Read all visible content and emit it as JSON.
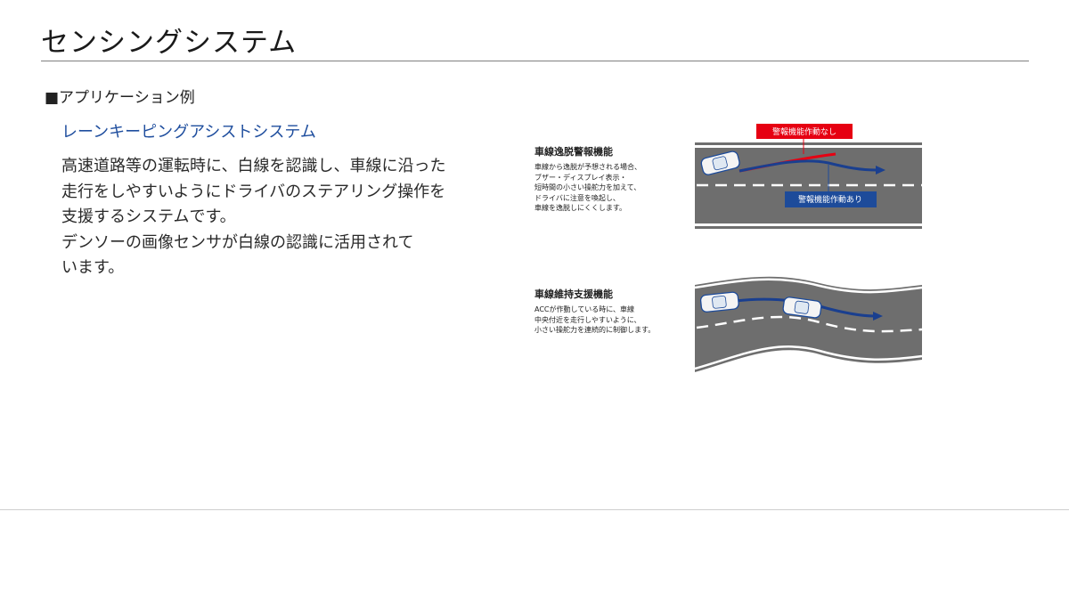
{
  "header": {
    "title": "センシングシステム"
  },
  "section": {
    "heading": "■アプリケーション例"
  },
  "subsection": {
    "heading": "レーンキーピングアシストシステム"
  },
  "description": {
    "lines": [
      "高速道路等の運転時に、白線を認識し、車線に沿った",
      "走行をしやすいようにドライバのステアリング操作を",
      "支援するシステムです。",
      "デンソーの画像センサが白線の認識に活用されて",
      "います。"
    ]
  },
  "diagrams": {
    "departure_warning": {
      "title": "車線逸脱警報機能",
      "text": "車線から逸脱が予想される場合、\nブザー・ディスプレイ表示・\n短時間の小さい操舵力を加えて、\nドライバに注意を喚起し、\n車線を逸脱しにくくします。",
      "tag_without": "警報機能作動なし",
      "tag_with": "警報機能作動あり"
    },
    "lane_keeping": {
      "title": "車線維持支援機能",
      "text": "ACCが作動している時に、車線\n中央付近を走行しやすいように、\n小さい操舵力を連続的に制御します。"
    }
  },
  "colors": {
    "accent_blue": "#1f4e9e",
    "warning_red": "#e60012",
    "arrow_blue": "#1a3f8f",
    "road_gray": "#6e6e6e",
    "tag_blue": "#1d4b9a"
  }
}
